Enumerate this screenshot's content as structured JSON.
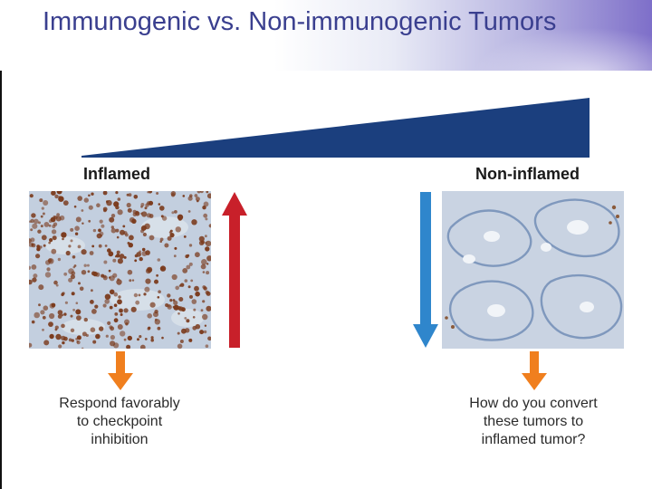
{
  "slide": {
    "title": "Immunogenic vs. Non-immunogenic Tumors"
  },
  "left_panel": {
    "label": "Inflamed",
    "caption_lines": [
      "Respond favorably",
      "to checkpoint",
      "inhibition"
    ],
    "main_arrow": "arrow-up-icon",
    "main_arrow_color": "#c8202a",
    "outcome_arrow": "arrow-down-icon",
    "outcome_arrow_color": "#f07f1e"
  },
  "right_panel": {
    "label": "Non-inflamed",
    "caption_lines": [
      "How do you convert",
      "these tumors to",
      "inflamed tumor?"
    ],
    "main_arrow": "arrow-down-icon",
    "main_arrow_color": "#2f86cc",
    "outcome_arrow": "arrow-down-icon",
    "outcome_arrow_color": "#f07f1e"
  },
  "colors": {
    "title": "#3a3f8f",
    "wedge": "#1b3f7e",
    "tissue_background": "#c3cfdf",
    "stain": "#7a3a1c"
  }
}
